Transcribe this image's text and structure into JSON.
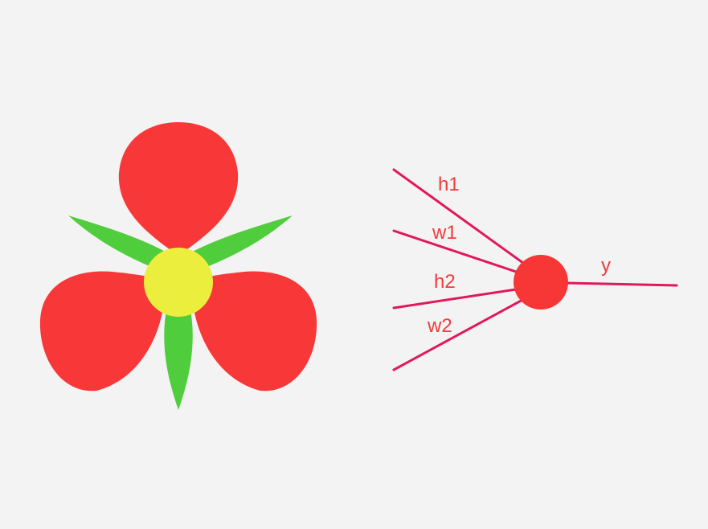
{
  "colors": {
    "background": "#f3f3f3",
    "petal": "#f83838",
    "leaf": "#50cd3c",
    "flower_center": "#ecee3e",
    "network_edge": "#e2175c",
    "neuron": "#f73636",
    "label": "#f03b3b"
  },
  "flower": {
    "petals": 3,
    "leaves": 3
  },
  "network": {
    "inputs": [
      {
        "label": "h1"
      },
      {
        "label": "w1"
      },
      {
        "label": "h2"
      },
      {
        "label": "w2"
      }
    ],
    "output": {
      "label": "y"
    }
  }
}
